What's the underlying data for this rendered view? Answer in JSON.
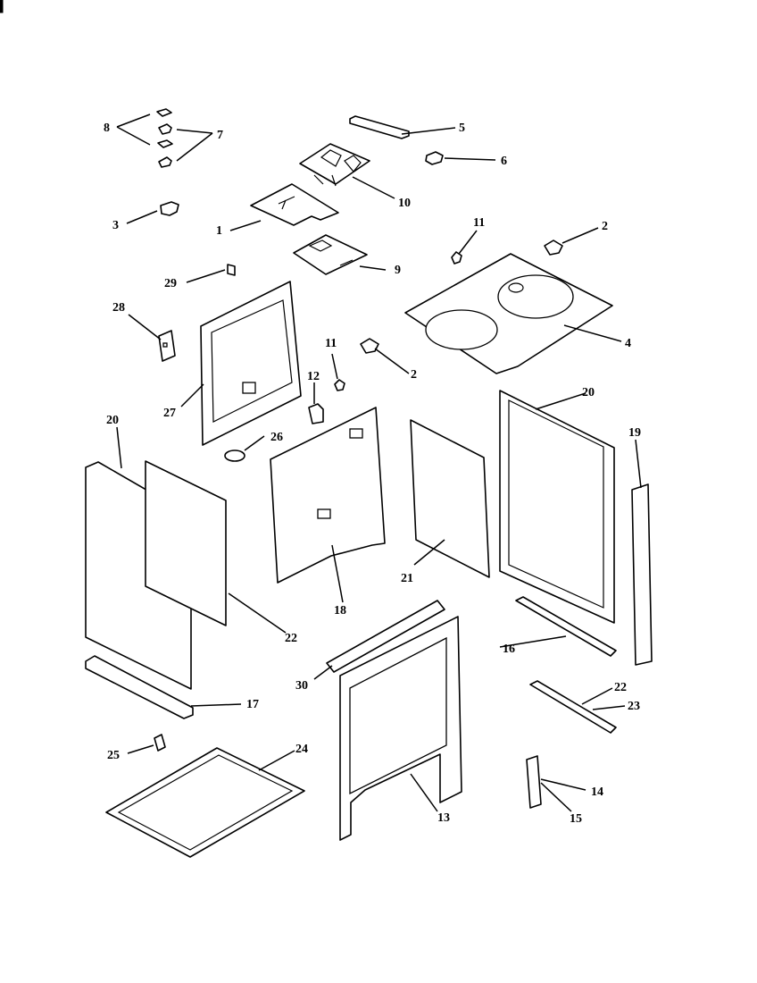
{
  "labels": {
    "p1": "1",
    "p2a": "2",
    "p2b": "2",
    "p3": "3",
    "p4": "4",
    "p5": "5",
    "p6": "6",
    "p7": "7",
    "p8": "8",
    "p9": "9",
    "p10": "10",
    "p11a": "11",
    "p11b": "11",
    "p12": "12",
    "p13": "13",
    "p14": "14",
    "p15": "15",
    "p16": "16",
    "p17": "17",
    "p18": "18",
    "p19": "19",
    "p20a": "20",
    "p20b": "20",
    "p21": "21",
    "p22a": "22",
    "p22b": "22",
    "p23": "23",
    "p24": "24",
    "p25": "25",
    "p26": "26",
    "p27": "27",
    "p28": "28",
    "p29": "29",
    "p30": "30"
  }
}
